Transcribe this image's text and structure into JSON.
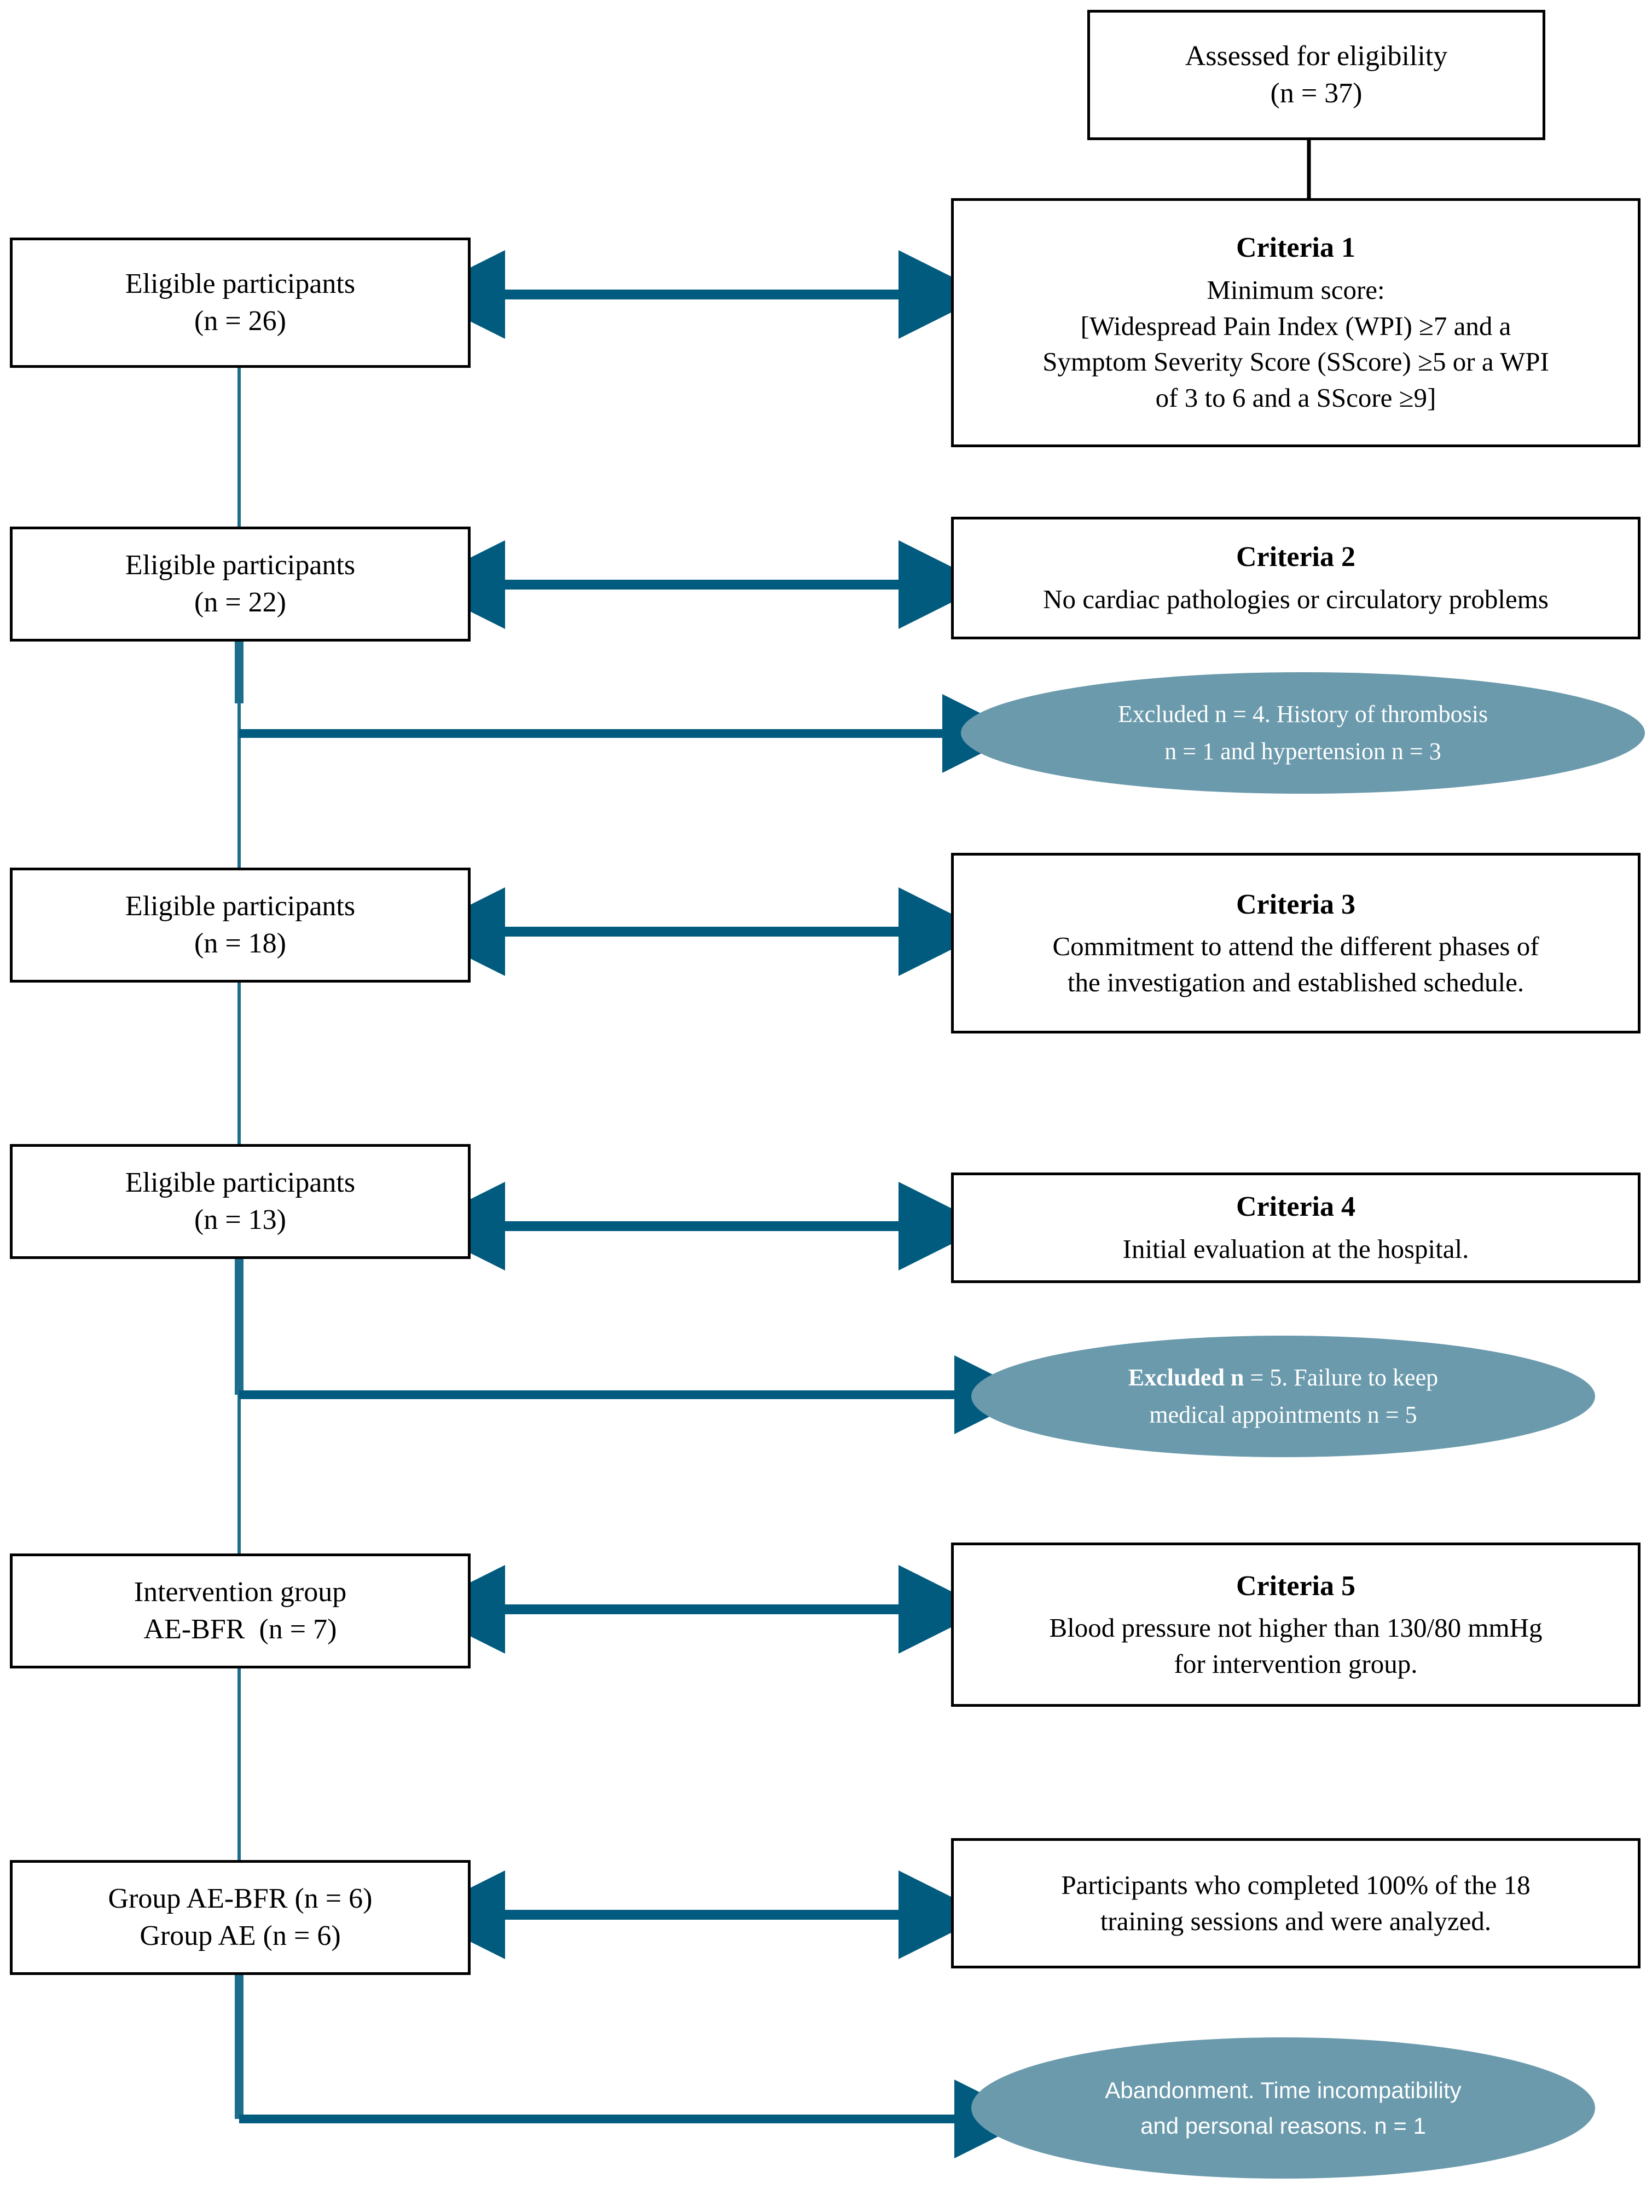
{
  "figure": {
    "kind": "participant-flow-diagram",
    "accent_color": "#005b7f",
    "ellipse_fill": "#6a9aac",
    "box_border_color": "#000000",
    "background": "#ffffff"
  },
  "top_node": {
    "line1": "Assessed for eligibility",
    "line2": "(n = 37)"
  },
  "left_nodes": [
    {
      "id": "eligible-26",
      "line1": "Eligible participants",
      "line2": "(n = 26)"
    },
    {
      "id": "eligible-22",
      "line1": "Eligible participants",
      "line2": "(n = 22)"
    },
    {
      "id": "eligible-18",
      "line1": "Eligible participants",
      "line2": "(n = 18)"
    },
    {
      "id": "eligible-13",
      "line1": "Eligible participants",
      "line2": "(n = 13)"
    },
    {
      "id": "intervention-group",
      "line1": "Intervention group",
      "line2": "AE-BFR  (n = 7)"
    },
    {
      "id": "final-groups",
      "line1": "Group AE-BFR (n = 6)",
      "line2": "Group AE (n = 6)"
    }
  ],
  "right_nodes": [
    {
      "id": "criteria-1",
      "title": "Criteria 1",
      "body": [
        "Minimum score:",
        "[Widespread Pain Index (WPI) ≥7 and a",
        "Symptom Severity Score (SScore) ≥5 or a WPI",
        "of 3 to 6 and a SScore ≥9]"
      ]
    },
    {
      "id": "criteria-2",
      "title": "Criteria 2",
      "body": [
        "No cardiac pathologies or circulatory problems"
      ]
    },
    {
      "id": "criteria-3",
      "title": "Criteria 3",
      "body": [
        "Commitment to attend the different phases of",
        "the investigation and established schedule."
      ]
    },
    {
      "id": "criteria-4",
      "title": "Criteria 4",
      "body": [
        "Initial evaluation at the hospital."
      ]
    },
    {
      "id": "criteria-5",
      "title": "Criteria 5",
      "body": [
        "Blood pressure not higher than 130/80 mmHg",
        "for intervention group."
      ]
    },
    {
      "id": "analyzed-note",
      "title": "",
      "body": [
        "Participants who completed 100% of the 18",
        "training sessions and were analyzed."
      ]
    }
  ],
  "exclusion_notes": [
    {
      "id": "excluded-thrombosis",
      "bold_prefix": "",
      "line1": "Excluded n = 4. History of thrombosis",
      "line2": "n = 1 and hypertension n = 3"
    },
    {
      "id": "excluded-appointments",
      "bold_prefix": "Excluded n",
      "line1_rest": " = 5. Failure to keep",
      "line2": "medical appointments n = 5"
    },
    {
      "id": "abandonment",
      "line1": "Abandonment. Time incompatibility",
      "line2": "and personal reasons. n = 1"
    }
  ],
  "connectors": {
    "bidirectional_arrow_count": 6,
    "exclusion_arrow_count": 3,
    "spine_label": "vertical-spine"
  }
}
